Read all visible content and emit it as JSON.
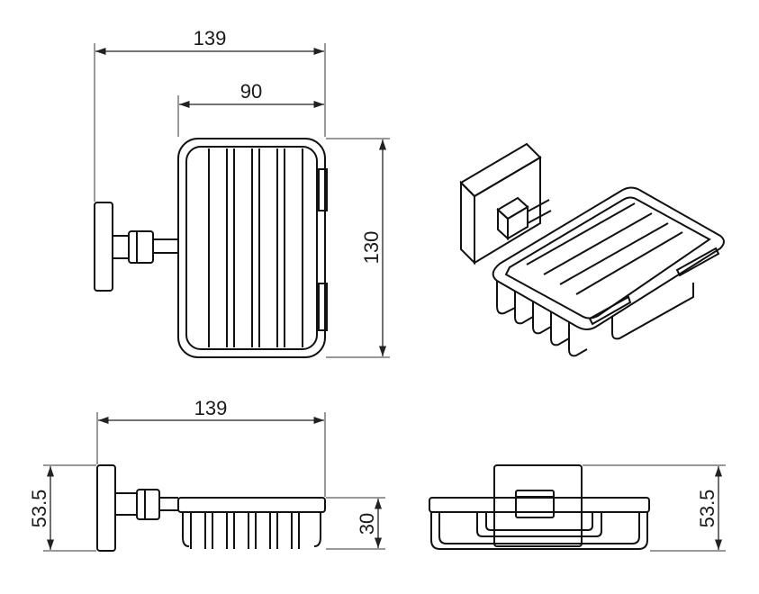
{
  "dimensions": {
    "top_overall_width": "139",
    "top_basket_width": "90",
    "top_height": "130",
    "side_overall_width": "139",
    "side_total_height": "53.5",
    "side_basket_height": "30",
    "front_total_height": "53.5"
  },
  "colors": {
    "line": "#222222",
    "background": "#ffffff"
  }
}
